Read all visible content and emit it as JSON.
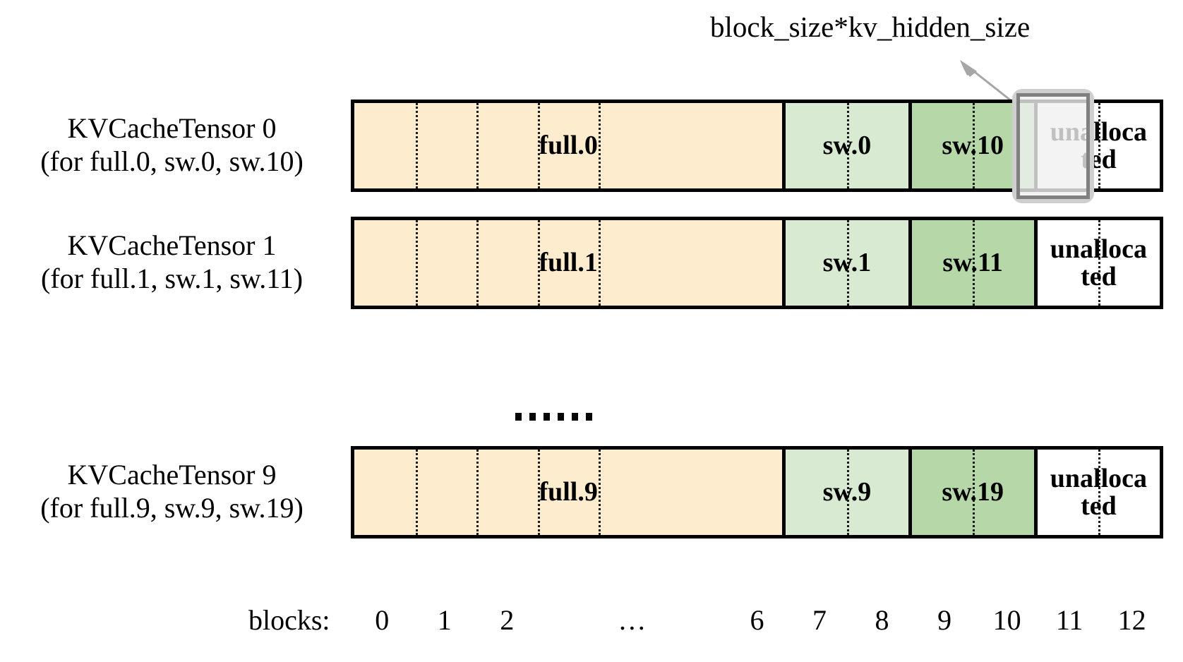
{
  "figure": {
    "annotation": {
      "text": "block_size*kv_hidden_size",
      "arrow_color": "#a6a6a6"
    },
    "ellipsis_marker": "……",
    "axis": {
      "title": "blocks:",
      "ticks": [
        "0",
        "1",
        "2",
        "…",
        "6",
        "7",
        "8",
        "9",
        "10",
        "11",
        "12"
      ]
    },
    "colors": {
      "full_fill": "#fdeccd",
      "sw_light_fill": "#d9ead3",
      "sw_dark_fill": "#b6d7a8",
      "unallocated_fill": "#ffffff",
      "border": "#000000",
      "divider": "#1a1a1a",
      "highlight_outer": "#cfcfcf",
      "highlight_inner": "#808080",
      "highlight_fill": "#f0f0f0"
    },
    "rows": [
      {
        "label": "KVCacheTensor 0\n(for full.0, sw.0, sw.10)",
        "segments": [
          {
            "name": "full.0",
            "label": "full.0",
            "fill": "#fdeccd",
            "blocks": 7,
            "dividers": 4
          },
          {
            "name": "sw.0",
            "label": "sw.0",
            "fill": "#d9ead3",
            "blocks": 2,
            "dividers": 1
          },
          {
            "name": "sw.10",
            "label": "sw.10",
            "fill": "#b6d7a8",
            "blocks": 2,
            "dividers": 1
          },
          {
            "name": "unallocated",
            "label": "unalloca\nted",
            "fill": "#ffffff",
            "blocks": 2,
            "dividers": 1
          }
        ],
        "highlighted_block": 11
      },
      {
        "label": "KVCacheTensor 1\n(for full.1, sw.1, sw.11)",
        "segments": [
          {
            "name": "full.1",
            "label": "full.1",
            "fill": "#fdeccd",
            "blocks": 7,
            "dividers": 4
          },
          {
            "name": "sw.1",
            "label": "sw.1",
            "fill": "#d9ead3",
            "blocks": 2,
            "dividers": 1
          },
          {
            "name": "sw.11",
            "label": "sw.11",
            "fill": "#b6d7a8",
            "blocks": 2,
            "dividers": 1
          },
          {
            "name": "unallocated",
            "label": "unalloca\nted",
            "fill": "#ffffff",
            "blocks": 2,
            "dividers": 1
          }
        ],
        "highlighted_block": null
      },
      {
        "label": "KVCacheTensor 9\n(for full.9, sw.9, sw.19)",
        "segments": [
          {
            "name": "full.9",
            "label": "full.9",
            "fill": "#fdeccd",
            "blocks": 7,
            "dividers": 4
          },
          {
            "name": "sw.9",
            "label": "sw.9",
            "fill": "#d9ead3",
            "blocks": 2,
            "dividers": 1
          },
          {
            "name": "sw.19",
            "label": "sw.19",
            "fill": "#b6d7a8",
            "blocks": 2,
            "dividers": 1
          },
          {
            "name": "unallocated",
            "label": "unalloca\nted",
            "fill": "#ffffff",
            "blocks": 2,
            "dividers": 1
          }
        ],
        "highlighted_block": null
      }
    ]
  }
}
